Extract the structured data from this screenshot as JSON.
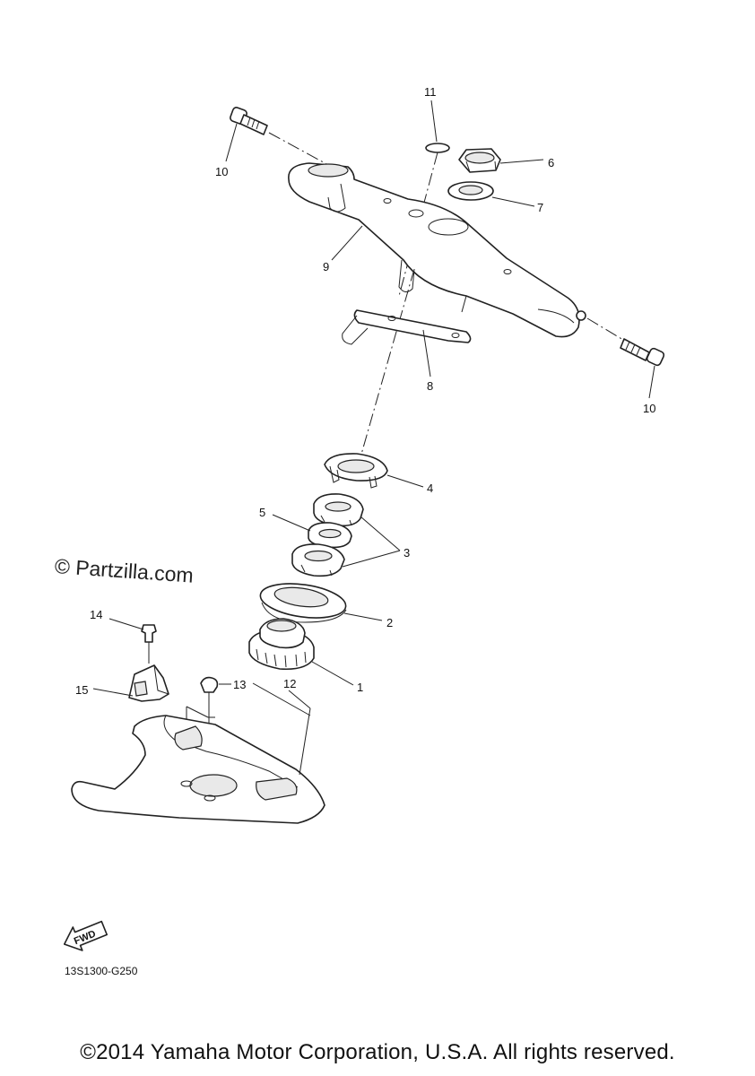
{
  "diagram": {
    "code": "13S1300-G250",
    "watermark": "© Partzilla.com",
    "fwd_marker": "FWD",
    "copyright": "©2014 Yamaha Motor Corporation, U.S.A. All rights reserved.",
    "callouts": {
      "c1": "1",
      "c2": "2",
      "c3": "3",
      "c4": "4",
      "c5": "5",
      "c6": "6",
      "c7": "7",
      "c8": "8",
      "c9": "9",
      "c10a": "10",
      "c10b": "10",
      "c11": "11",
      "c12": "12",
      "c13": "13",
      "c14": "14",
      "c15": "15"
    }
  }
}
